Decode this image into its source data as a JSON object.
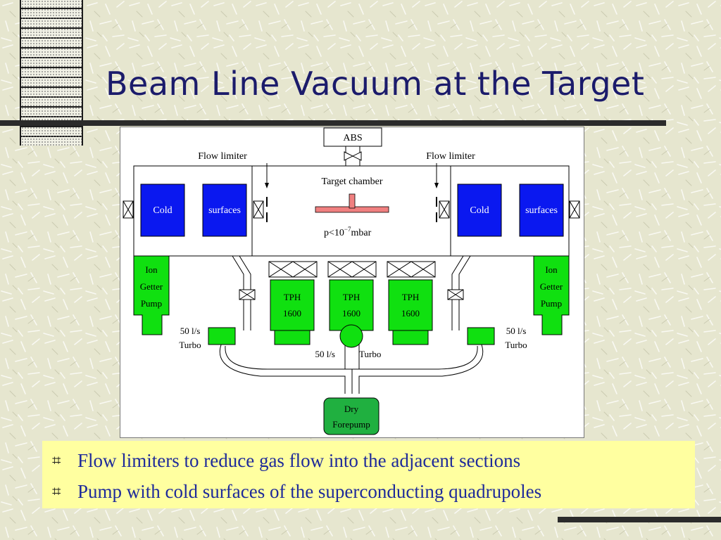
{
  "slide": {
    "title": "Beam Line Vacuum at the Target"
  },
  "diagram": {
    "abs": "ABS",
    "flow_limiter_left": "Flow limiter",
    "flow_limiter_right": "Flow limiter",
    "target_chamber": "Target chamber",
    "pressure": "p<10",
    "pressure_exp": "−7",
    "pressure_unit": "mbar",
    "cold_left": "Cold",
    "surfaces_left": "surfaces",
    "cold_right": "Cold",
    "surfaces_right": "surfaces",
    "ion_left": [
      "Ion",
      "Getter",
      "Pump"
    ],
    "ion_right": [
      "Ion",
      "Getter",
      "Pump"
    ],
    "tph": [
      {
        "line1": "TPH",
        "line2": "1600"
      },
      {
        "line1": "TPH",
        "line2": "1600"
      },
      {
        "line1": "TPH",
        "line2": "1600"
      }
    ],
    "turbo_left": [
      "50 l/s",
      "Turbo"
    ],
    "turbo_right": [
      "50 l/s",
      "Turbo"
    ],
    "turbo_center_rate": "50 l/s",
    "turbo_center_label": "Turbo",
    "forepump": [
      "Dry",
      "Forepump"
    ],
    "colors": {
      "cold_surface": "#0a18f0",
      "pump_green": "#10e010",
      "target": "#f08080",
      "forepump": "#20b040"
    }
  },
  "bullets": [
    {
      "marker": "⌗",
      "text": "Flow limiters to reduce gas flow into the adjacent sections"
    },
    {
      "marker": "⌗",
      "text": "Pump with cold surfaces of the superconducting quadrupoles"
    }
  ]
}
